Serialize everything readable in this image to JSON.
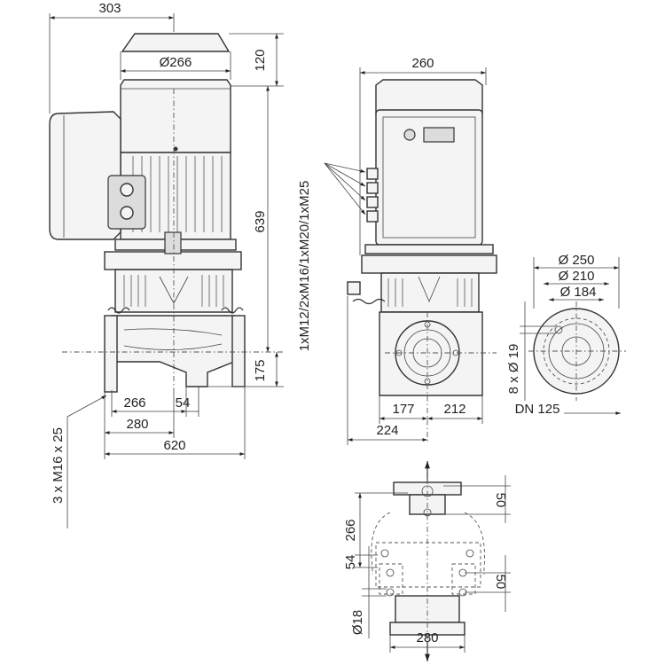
{
  "side_view": {
    "total_width": "303",
    "motor_top_clearance": "120",
    "motor_diameter": "Ø266",
    "total_height": "639",
    "flange_height": "175",
    "flange_to_axis": "266",
    "inner_offset": "54",
    "base_width": "280",
    "overall_length": "620",
    "bolt_thread": "3 x M16 x 25"
  },
  "front_view": {
    "width": "260",
    "cable_glands": "1xM12/2xM16/1xM20/1xM25",
    "left_to_axis": "177",
    "axis_to_right": "212",
    "back_to_axis": "224"
  },
  "flange_view": {
    "outer_diameter": "Ø 250",
    "bolt_circle": "Ø 210",
    "raised_face": "Ø 184",
    "bolt_holes": "8 x Ø 19",
    "nominal_size": "DN 125"
  },
  "base_view": {
    "length": "266",
    "top_hole_spacing": "50",
    "inner_offset": "54",
    "bottom_hole_spacing": "50",
    "hole_diameter": "Ø18",
    "width": "280"
  },
  "colors": {
    "line": "#333333",
    "background": "#ffffff",
    "fill": "#f4f4f4"
  }
}
